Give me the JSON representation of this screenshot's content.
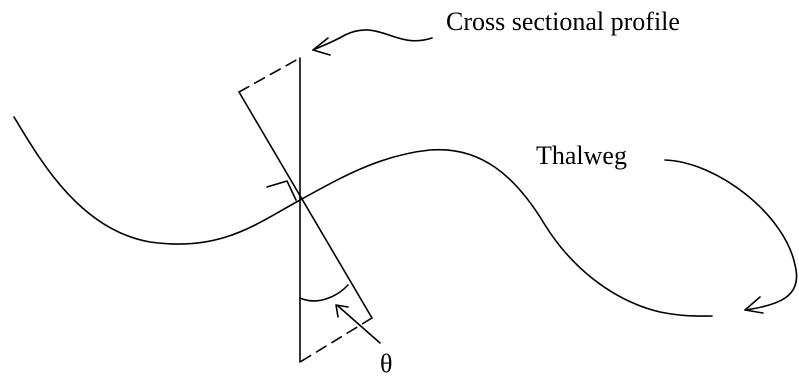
{
  "labels": {
    "cross_section": "Cross sectional profile",
    "thalweg": "Thalweg",
    "theta": "θ"
  },
  "colors": {
    "ink": "#000000",
    "background": "#ffffff"
  }
}
